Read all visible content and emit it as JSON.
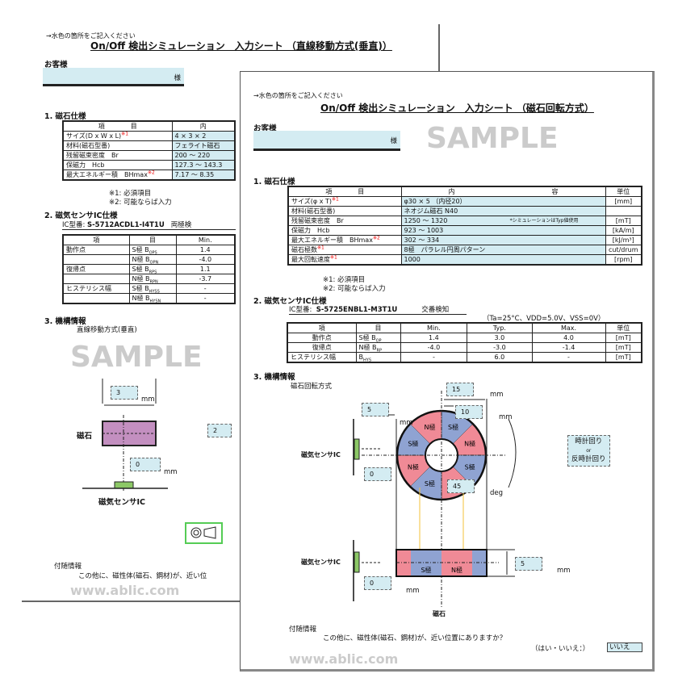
{
  "back": {
    "note": "→水色の箇所をご記入ください",
    "title": "On/Off 検出シミュレーション　入力シート （直線移動方式(垂直)）",
    "customer_label": "お客様",
    "customer_suffix": "様",
    "s1": "1. 磁石仕様",
    "mag_head": [
      "項　　　　目",
      "内"
    ],
    "mag_rows": [
      [
        "サイズ(D x W x L)",
        "※1",
        "4 × 3 × 2"
      ],
      [
        "材料(磁石型番)",
        "",
        "フェライト磁石"
      ],
      [
        "残留磁束密度　Br",
        "",
        "200 ～ 220"
      ],
      [
        "保磁力　Hcb",
        "",
        "127.3 ～ 143.3"
      ],
      [
        "最大エネルギー積　BHmax",
        "※2",
        "7.17 ～ 8.35"
      ]
    ],
    "note1": "※1: 必須項目",
    "note2": "※2: 可能ならば入力",
    "s2": "2. 磁気センサIC仕様",
    "ic_label": "IC型番:",
    "ic_model": "S-5712ACDL1-I4T1U",
    "ic_mode": "両極検",
    "ic_head": [
      "項",
      "目",
      "Min."
    ],
    "ic_rows": [
      [
        "動作点",
        "S極 B",
        "OPS",
        "1.4"
      ],
      [
        "",
        "N極 B",
        "OPN",
        "-4.0"
      ],
      [
        "復帰点",
        "S極 B",
        "RPS",
        "1.1"
      ],
      [
        "",
        "N極 B",
        "RPN",
        "-3.7"
      ],
      [
        "ヒステリシス幅",
        "S極 B",
        "HYSS",
        "-"
      ],
      [
        "",
        "N極 B",
        "HYSN",
        "-"
      ]
    ],
    "s3": "3. 機構情報",
    "method": "直線移動方式(垂直)",
    "dims": {
      "width": "3",
      "gap": "0",
      "travel": "2",
      "unit": "mm"
    },
    "magnet_label": "磁石",
    "sensor_label": "磁気センサIC",
    "extra_label": "付随情報",
    "extra_q": "この他に、磁性体(磁石、鋼材)が、近い位"
  },
  "front": {
    "note": "→水色の箇所をご記入ください",
    "title": "On/Off 検出シミュレーション　入力シート （磁石回転方式）",
    "customer_label": "お客様",
    "customer_suffix": "様",
    "s1": "1. 磁石仕様",
    "mag_head": [
      "項　　　　目",
      "内　　　　　　　　　　　　　　　容",
      "単位"
    ],
    "mag_rows": [
      [
        "サイズ(φ x T)",
        "※1",
        "φ30 × 5 （内径20）",
        "[mm]"
      ],
      [
        "材料(磁石型番)",
        "",
        "ネオジム磁石 N40",
        ""
      ],
      [
        "残留磁束密度　Br",
        "",
        "1250 ～ 1320",
        "[mT]"
      ],
      [
        "保磁力　Hcb",
        "",
        "923 ～ 1003",
        "[kA/m]"
      ],
      [
        "最大エネルギー積　BHmax",
        "※2",
        "302 ～ 334",
        "[kJ/m³]"
      ],
      [
        "磁石極数",
        "※1",
        "8極　パラレル円周パターン",
        "cut/drum"
      ],
      [
        "最大回転速度",
        "※1",
        "1000",
        "[rpm]"
      ]
    ],
    "sim_note": "*シミュレーションはTyp値使用",
    "note1": "※1: 必須項目",
    "note2": "※2: 可能ならば入力",
    "s2": "2. 磁気センサIC仕様",
    "ic_label": "IC型番:",
    "ic_model": "S-5725ENBL1-M3T1U",
    "ic_mode": "交番検知",
    "conditions": "（Ta=25°C、VDD=5.0V、VSS=0V）",
    "ic_head": [
      "項",
      "目",
      "Min.",
      "Typ.",
      "Max.",
      "単位"
    ],
    "ic_rows": [
      [
        "動作点",
        "S極 B",
        "OP",
        "1.4",
        "3.0",
        "4.0",
        "[mT]"
      ],
      [
        "復帰点",
        "N極 B",
        "RP",
        "-4.0",
        "-3.0",
        "-1.4",
        "[mT]"
      ],
      [
        "ヒステリシス幅",
        "B",
        "HYS",
        "-",
        "6.0",
        "-",
        "[mT]"
      ]
    ],
    "s3": "3. 機構情報",
    "method": "磁石回転方式",
    "dims": {
      "outer": "15",
      "inner": "10",
      "distance": "5",
      "offset_top": "0",
      "angle": "45",
      "thickness": "5",
      "offset_bottom": "0",
      "unit_mm": "mm",
      "unit_deg": "deg"
    },
    "rotation": [
      "時計回り",
      "or",
      "反時計回り"
    ],
    "poles": [
      "N極",
      "S極",
      "N極",
      "S極",
      "",
      "S極",
      "N極",
      "S極"
    ],
    "bar_poles": [
      "S極",
      "N極"
    ],
    "sensor_label": "磁気センサIC",
    "magnet_label": "磁石",
    "extra_label": "付随情報",
    "extra_q": "この他に、磁性体(磁石、鋼材)が、近い位置にありますか？",
    "yes_no_label": "（はい・いいえ：）",
    "yes_no_value": "いいえ"
  },
  "watermark": {
    "a": "SAMPLE",
    "b": "www.ablic.com"
  },
  "colors": {
    "input": "#d4ecf2",
    "n_pole": "#f08a96",
    "s_pole": "#8fa3d2",
    "sensor": "#8cc866",
    "magnet": "#c38fc0"
  }
}
